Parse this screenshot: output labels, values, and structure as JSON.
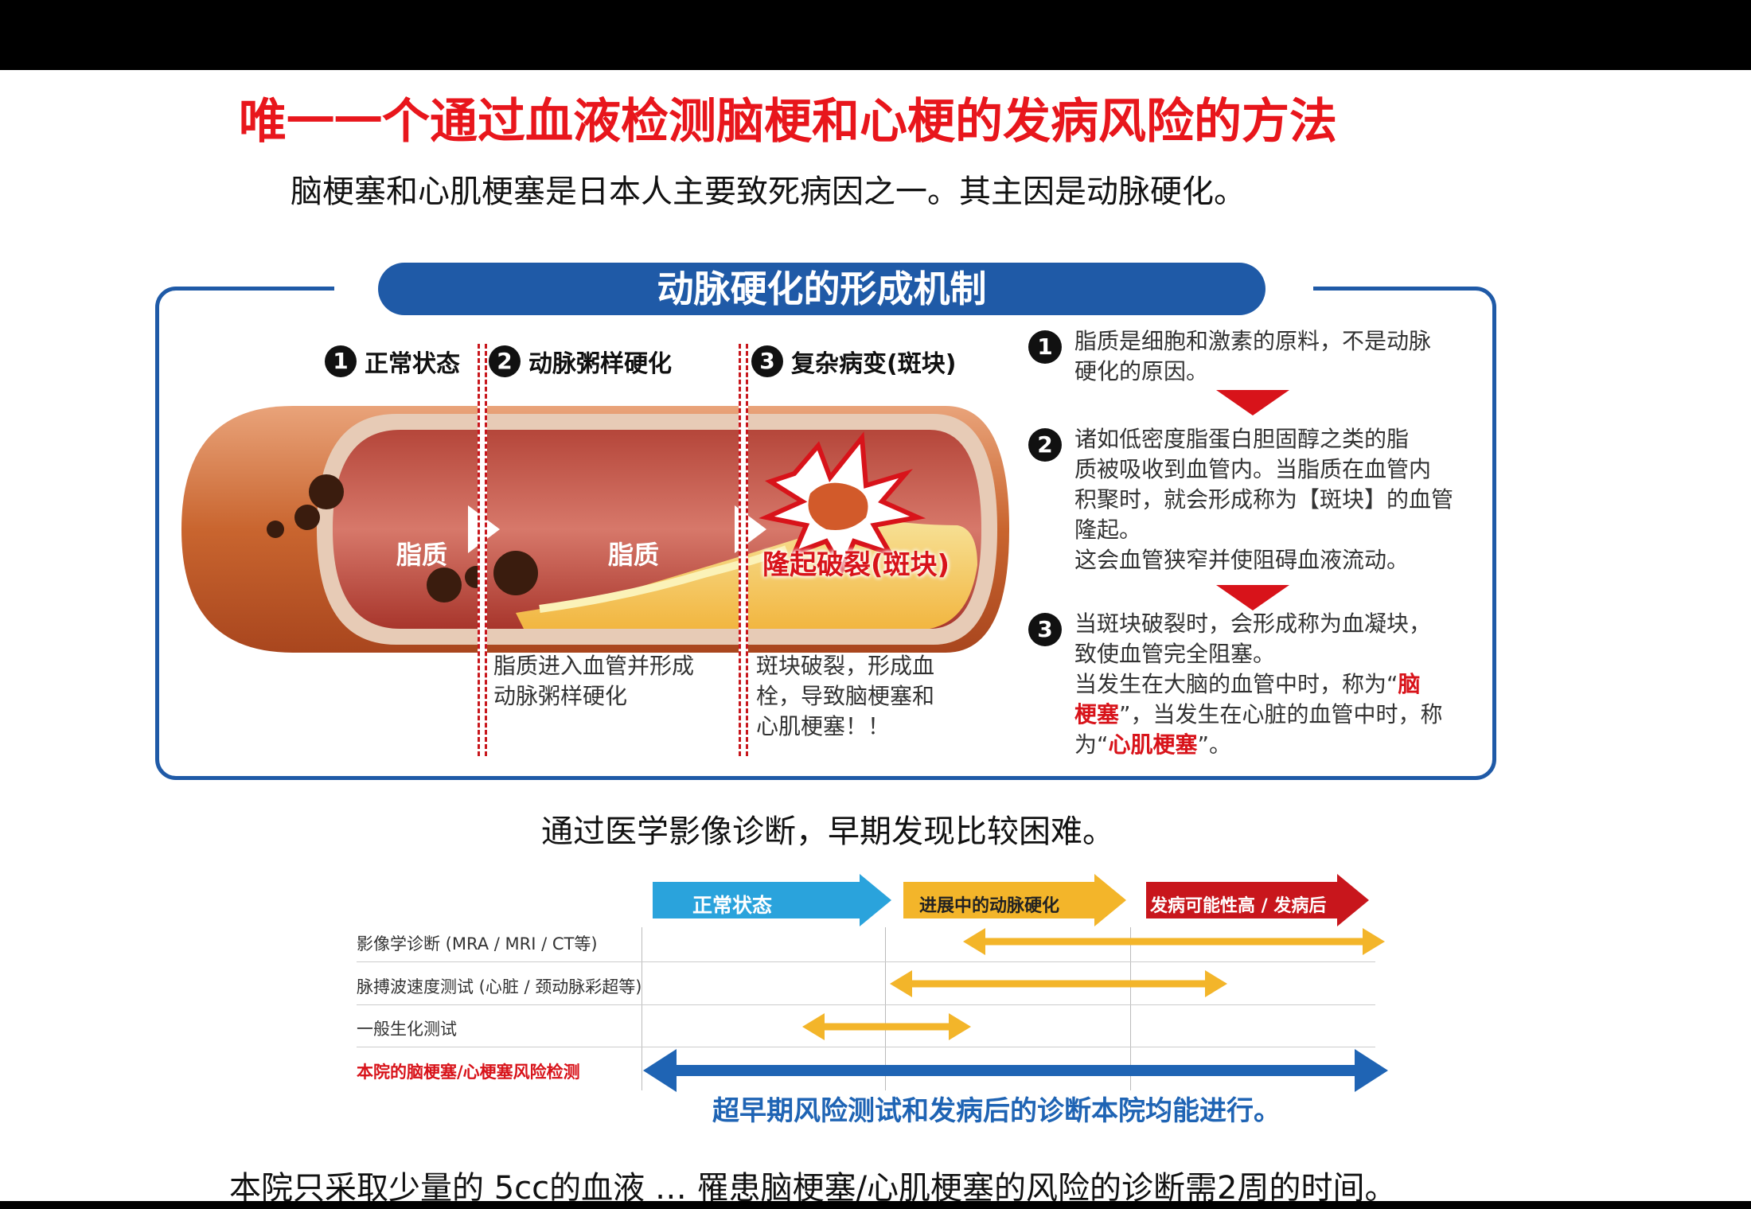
{
  "title": "唯一一个通过血液检测脑梗和心梗的发病风险的方法",
  "subtitle": "脑梗塞和心肌梗塞是日本人主要致死病因之一。其主因是动脉硬化。",
  "mechanism": {
    "banner": "动脉硬化的形成机制",
    "stages": [
      {
        "num": "1",
        "label": "正常状态"
      },
      {
        "num": "2",
        "label": "动脉粥样硬化"
      },
      {
        "num": "3",
        "label": "复杂病变(斑块)"
      }
    ],
    "vessel_labels": {
      "lipid1": "脂质",
      "lipid2": "脂质",
      "plaque": "隆起破裂(斑块)"
    },
    "desc2": [
      "脂质进入血管并形成",
      "动脉粥样硬化"
    ],
    "desc3": [
      "斑块破裂，形成血",
      "栓，导致脑梗塞和",
      "心肌梗塞！！"
    ],
    "right": {
      "n1": "1",
      "p1": [
        "脂质是细胞和激素的原料，不是动脉",
        "硬化的原因。"
      ],
      "n2": "2",
      "p2": [
        "诸如低密度脂蛋白胆固醇之类的脂",
        "质被吸收到血管内。当脂质在血管内",
        "积聚时，就会形成称为【斑块】的血管",
        "隆起。",
        "这会血管狭窄并使阻碍血液流动。"
      ],
      "n3": "3",
      "p3a": [
        "当斑块破裂时，会形成称为血凝块，",
        "致使血管完全阻塞。"
      ],
      "p3b_pre": "当发生在大脑的血管中时，称为“",
      "p3b_red1": "脑",
      "p3b_red1b": "梗塞",
      "p3b_mid": "”，当发生在心脏的血管中时，称",
      "p3b_pre2": "为“",
      "p3b_red2": "心肌梗塞",
      "p3b_post": "”。"
    }
  },
  "middle_text": "通过医学影像诊断，早期发现比较困难。",
  "timeline": {
    "phases": [
      {
        "label": "正常状态",
        "color": "#2aa3dc"
      },
      {
        "label": "进展中的动脉硬化",
        "color": "#f3b52a"
      },
      {
        "label": "发病可能性高 / 发病后",
        "color": "#c8161c"
      }
    ],
    "rows": [
      {
        "label": "影像学诊断 (MRA / MRI / CT等)"
      },
      {
        "label": "脉搏波速度测试 (心脏 / 颈动脉彩超等)"
      },
      {
        "label": "一般生化测试"
      },
      {
        "label": "本院的脑梗塞/心梗塞风险检测"
      }
    ],
    "bottom_caption": "超早期风险测试和发病后的诊断本院均能进行。"
  },
  "footer": "本院只采取少量的 5cc的血液 … 罹患脑梗塞/心肌梗塞的风险的诊断需2周的时间。",
  "colors": {
    "title_red": "#e8161c",
    "frame_blue": "#1f5aa7",
    "arrow_orange": "#f3b52a",
    "arrow_blue": "#1f64b4"
  }
}
